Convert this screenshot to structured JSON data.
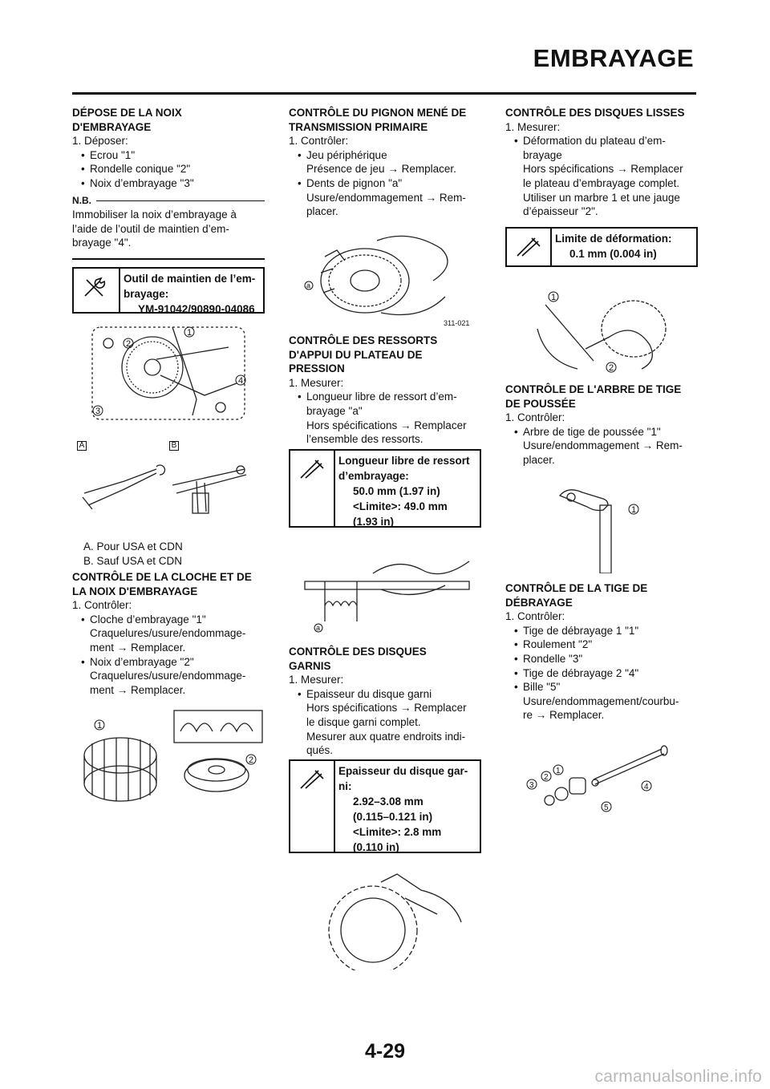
{
  "header": {
    "title": "EMBRAYAGE"
  },
  "col1": {
    "depose_title": [
      "DÉPOSE DE LA NOIX",
      "D'EMBRAYAGE"
    ],
    "depose_step": "1. Déposer:",
    "depose_items": [
      "Ecrou \"1\"",
      "Rondelle conique \"2\"",
      "Noix d’embrayage \"3\""
    ],
    "nb_label": "N.B.",
    "nb_text": [
      "Immobiliser la noix d’embrayage à",
      "l’aide de l’outil de maintien d’em-",
      "brayage \"4\"."
    ],
    "tool_box": {
      "line1": "Outil de maintien de l’em-",
      "line2": "brayage:",
      "value": "YM-91042/90890-04086"
    },
    "fig_labels": {
      "a": "A",
      "b": "B"
    },
    "legend": [
      "A.   Pour USA et CDN",
      "B.   Sauf USA et CDN"
    ],
    "cloche_title": [
      "CONTRÔLE DE LA CLOCHE ET DE",
      "LA NOIX D'EMBRAYAGE"
    ],
    "cloche_step": "1. Contrôler:",
    "cloche_item1": "Cloche d’embrayage \"1\"",
    "cloche_item1_cont": [
      "Craquelures/usure/endommage-",
      "ment → Remplacer."
    ],
    "cloche_item2": "Noix d’embrayage \"2\"",
    "cloche_item2_cont": [
      "Craquelures/usure/endommage-",
      "ment → Remplacer."
    ]
  },
  "col2": {
    "pignon_title": [
      "CONTRÔLE DU PIGNON MENÉ DE",
      "TRANSMISSION PRIMAIRE"
    ],
    "pignon_step": "1. Contrôler:",
    "pignon_item1": "Jeu périphérique",
    "pignon_item1_cont": [
      "Présence de jeu → Remplacer."
    ],
    "pignon_item2": "Dents de pignon \"a\"",
    "pignon_item2_cont": [
      "Usure/endommagement → Rem-",
      "placer."
    ],
    "fig_code": "311-021",
    "ressort_title": [
      "CONTRÔLE DES RESSORTS",
      "D'APPUI DU PLATEAU DE",
      "PRESSION"
    ],
    "ressort_step": "1. Mesurer:",
    "ressort_item1": "Longueur libre de ressort d’em-",
    "ressort_item1_cont": [
      "brayage \"a\"",
      "Hors spécifications → Remplacer",
      "l’ensemble des ressorts."
    ],
    "ressort_box": {
      "line1": "Longueur libre de ressort",
      "line2": "d’embrayage:",
      "values": [
        "50.0 mm (1.97 in)",
        "<Limite>: 49.0 mm",
        "(1.93 in)"
      ]
    },
    "garnis_title": [
      "CONTRÔLE DES DISQUES",
      "GARNIS"
    ],
    "garnis_step": "1. Mesurer:",
    "garnis_item1": "Epaisseur du disque garni",
    "garnis_item1_cont": [
      "Hors spécifications → Remplacer",
      "le disque garni complet.",
      "Mesurer aux quatre endroits indi-",
      "qués."
    ],
    "garnis_box": {
      "line1": "Epaisseur du disque gar-",
      "line2": "ni:",
      "values": [
        "2.92–3.08 mm",
        "(0.115–0.121 in)",
        "<Limite>: 2.8 mm",
        "(0.110 in)"
      ]
    }
  },
  "col3": {
    "lisses_title": [
      "CONTRÔLE DES DISQUES LISSES"
    ],
    "lisses_step": "1. Mesurer:",
    "lisses_item1": "Déformation du plateau d’em-",
    "lisses_item1_cont": [
      "brayage",
      "Hors spécifications → Remplacer",
      "le plateau d’embrayage complet.",
      "Utiliser un marbre 1 et une jauge",
      "d’épaisseur \"2\"."
    ],
    "lisses_box": {
      "line1": "Limite de déformation:",
      "value": "0.1 mm (0.004 in)"
    },
    "arbre_title": [
      "CONTRÔLE DE L'ARBRE DE TIGE",
      "DE POUSSÉE"
    ],
    "arbre_step": "1. Contrôler:",
    "arbre_item1": "Arbre de tige de poussée \"1\"",
    "arbre_item1_cont": [
      "Usure/endommagement → Rem-",
      "placer."
    ],
    "tige_title": [
      "CONTRÔLE DE LA TIGE DE",
      "DÉBRAYAGE"
    ],
    "tige_step": "1. Contrôler:",
    "tige_items": [
      "Tige de débrayage 1 \"1\"",
      "Roulement \"2\"",
      "Rondelle \"3\"",
      "Tige de débrayage 2 \"4\"",
      "Bille \"5\""
    ],
    "tige_items_cont": [
      "Usure/endommagement/courbu-",
      "re → Remplacer."
    ]
  },
  "footer": {
    "page_number": "4-29",
    "watermark": "carmanualsonline.info"
  },
  "icons": [
    "wrench-icon",
    "caliper-icon"
  ]
}
